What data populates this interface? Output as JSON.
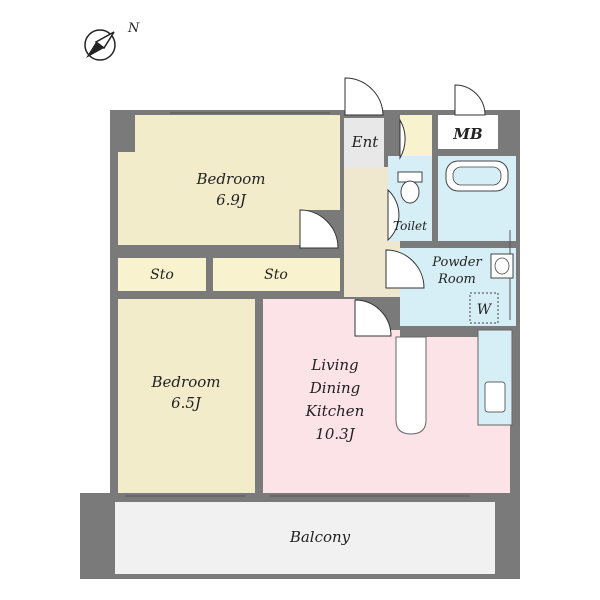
{
  "compass": {
    "label": "N"
  },
  "rooms": {
    "bedroom1": {
      "name": "Bedroom",
      "size": "6.9J"
    },
    "bedroom2": {
      "name": "Bedroom",
      "size": "6.5J"
    },
    "storage1": {
      "name": "Sto"
    },
    "storage2": {
      "name": "Sto"
    },
    "entrance": {
      "name": "Ent"
    },
    "meter_box": {
      "name": "MB"
    },
    "toilet": {
      "name": "Toilet"
    },
    "powder_room": {
      "line1": "Powder",
      "line2": "Room"
    },
    "washer": {
      "name": "W"
    },
    "ldk": {
      "line1": "Living",
      "line2": "Dining",
      "line3": "Kitchen",
      "size": "10.3J"
    },
    "balcony": {
      "name": "Balcony"
    }
  },
  "colors": {
    "bedroom": "#f3eccb",
    "storage": "#f8f2cf",
    "ldk": "#fbe3e8",
    "wet_area": "#d6eef5",
    "balcony": "#f1f1f1",
    "hallway": "#efe8cf",
    "wall": "#777777"
  }
}
